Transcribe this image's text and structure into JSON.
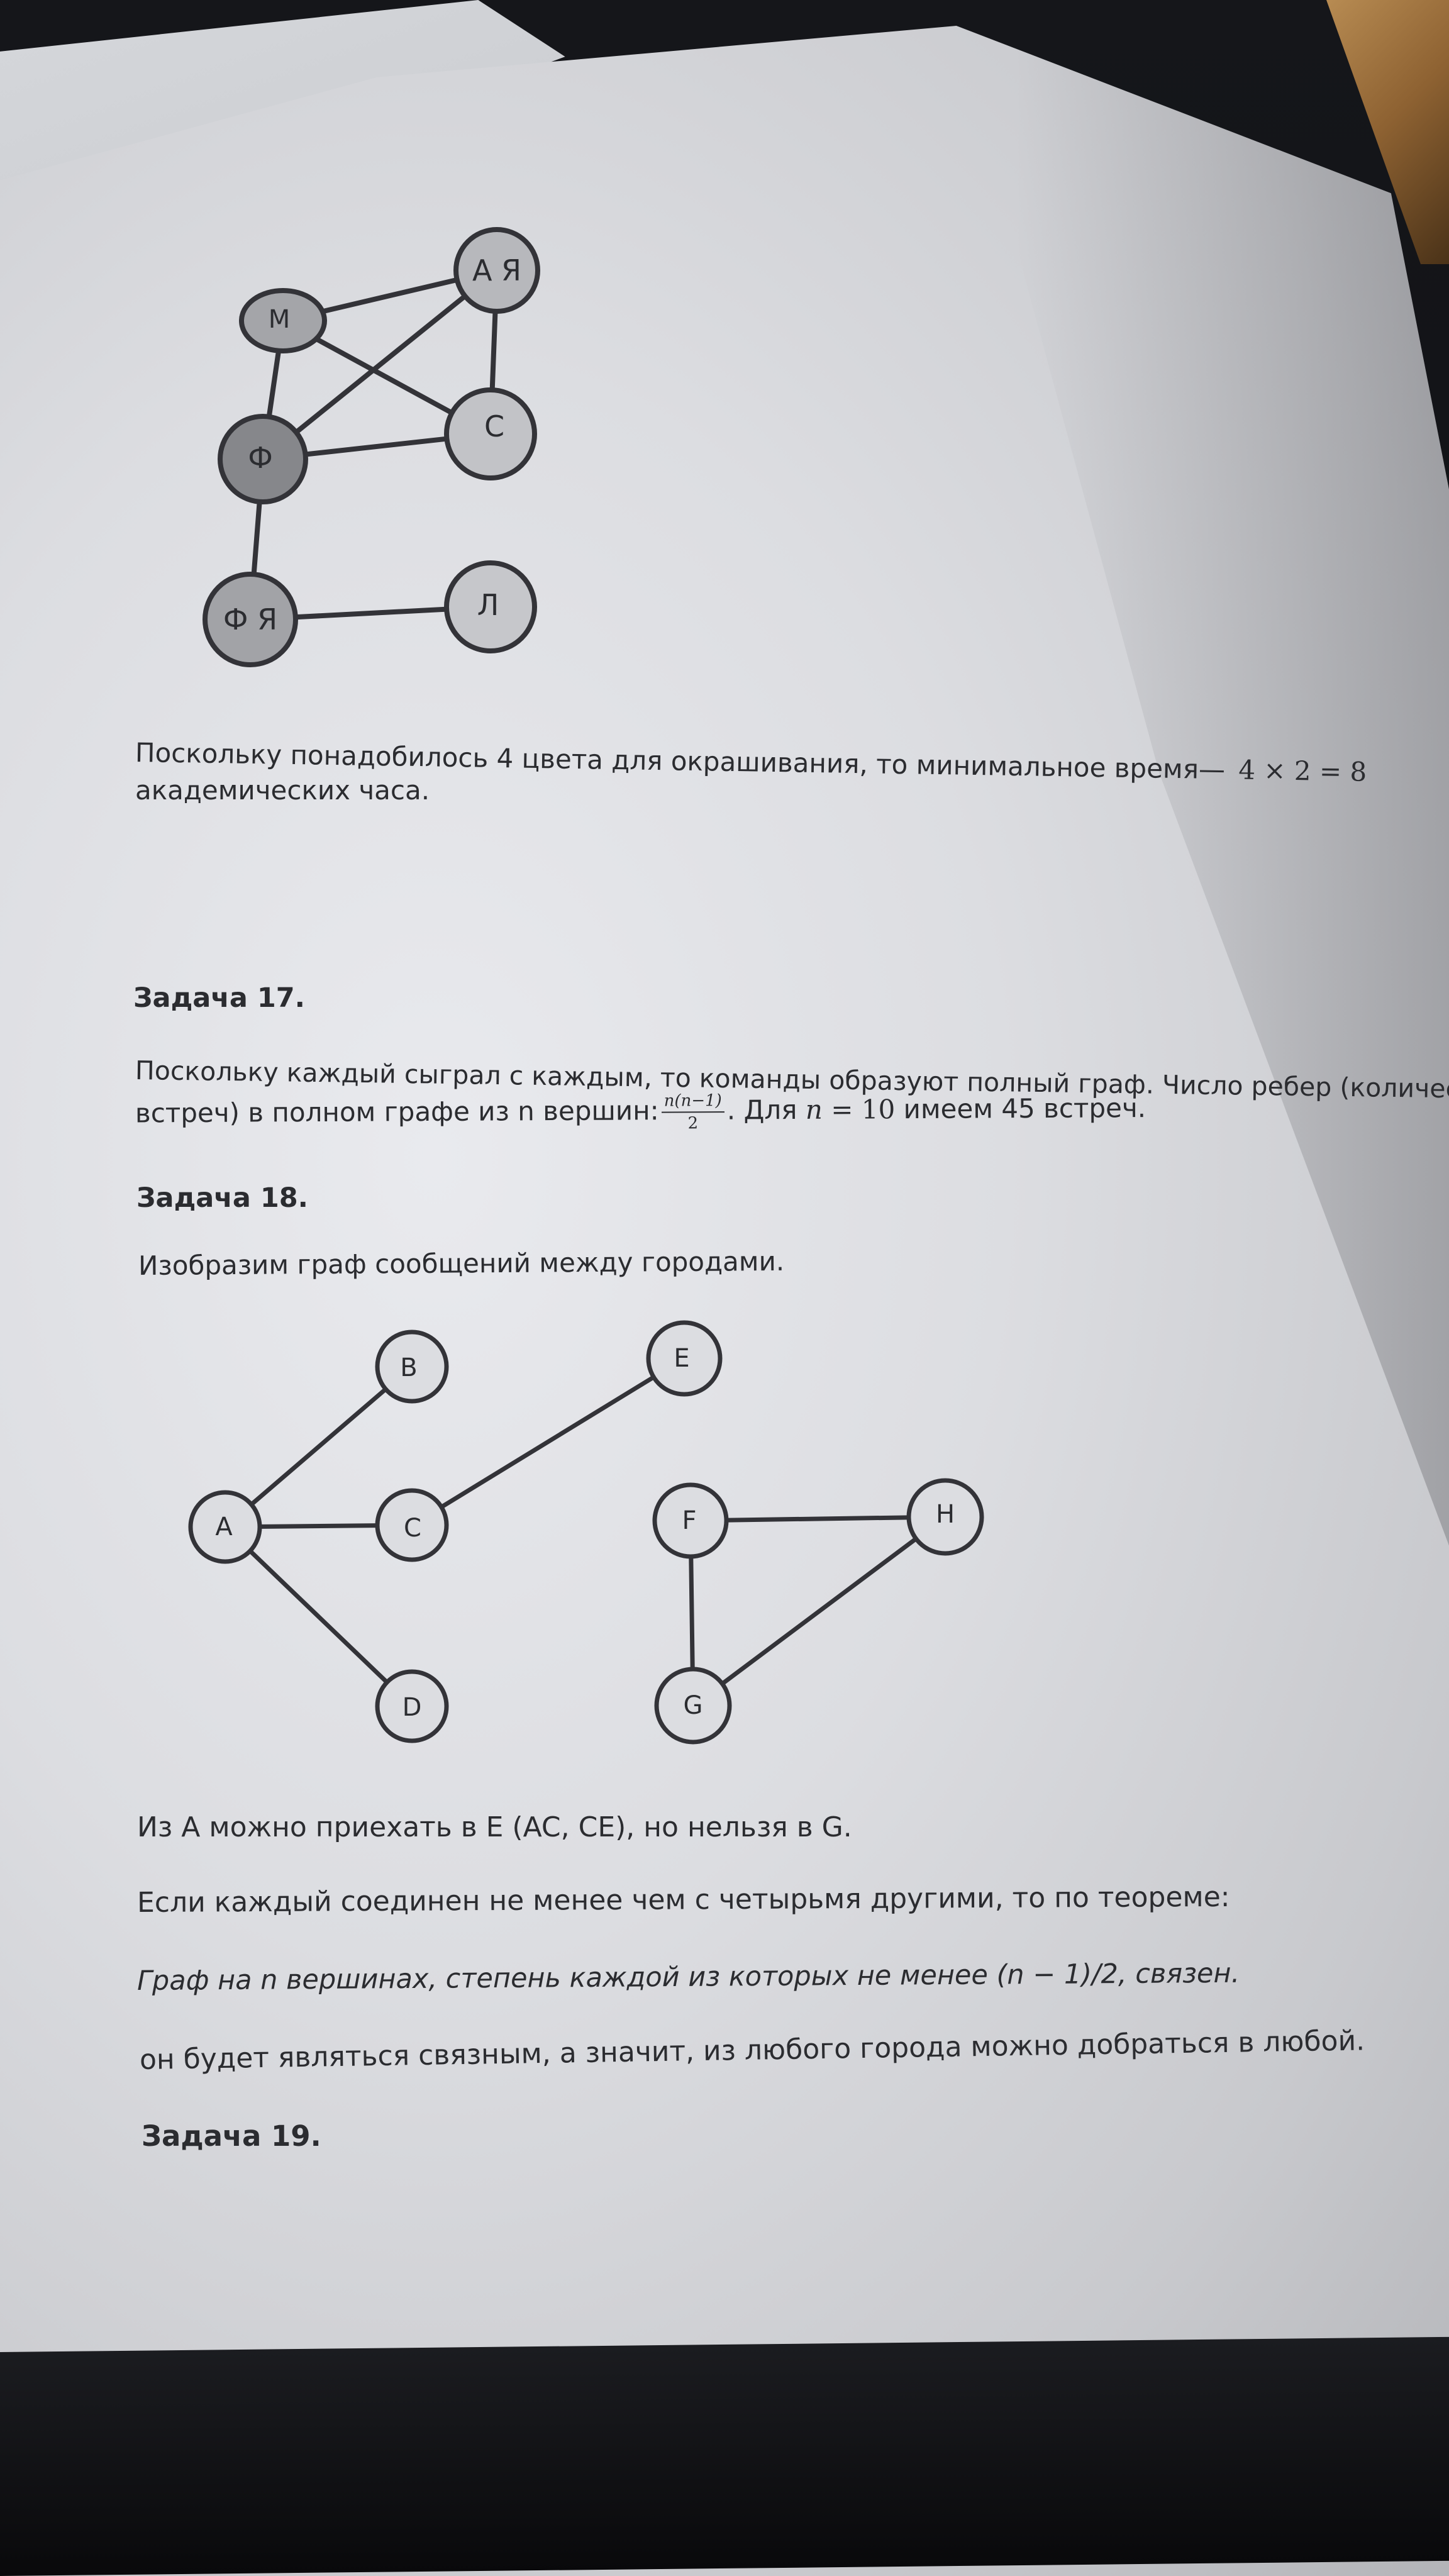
{
  "graph1": {
    "nodes": [
      {
        "id": "m",
        "label": "М"
      },
      {
        "id": "aya",
        "label": "А Я"
      },
      {
        "id": "f",
        "label": "Ф"
      },
      {
        "id": "s",
        "label": "С"
      },
      {
        "id": "fya",
        "label": "Ф Я"
      },
      {
        "id": "l",
        "label": "Л"
      }
    ]
  },
  "para1": {
    "line1": "Поскольку понадобилось 4 цвета для окрашивания, то минимальное время—",
    "math": "4 × 2 = 8",
    "line2": "академических часа."
  },
  "task17": {
    "heading": "Задача 17.",
    "line1": "Поскольку каждый сыграл с каждым, то команды образуют полный граф. Число ребер (количество",
    "line2_start": "встреч) в полном графе из n вершин:",
    "frac_num": "n(n−1)",
    "frac_den": "2",
    "line2_mid": ". Для",
    "n_symbol": "n",
    "line2_eq": " = 10",
    "line2_end": " имеем 45 встреч."
  },
  "task18": {
    "heading": "Задача 18.",
    "intro": "Изобразим граф сообщений между городами.",
    "nodes": [
      {
        "id": "a",
        "label": "A"
      },
      {
        "id": "b",
        "label": "B"
      },
      {
        "id": "c",
        "label": "C"
      },
      {
        "id": "d",
        "label": "D"
      },
      {
        "id": "e",
        "label": "E"
      },
      {
        "id": "f",
        "label": "F"
      },
      {
        "id": "g",
        "label": "G"
      },
      {
        "id": "h",
        "label": "H"
      }
    ],
    "line_a": "Из A можно приехать в E (AC, CE), но нельзя в G.",
    "line_b": "Если каждый соединен не менее чем с четырьмя другими, то по теореме:",
    "theorem": "Граф на n вершинах, степень каждой из которых не менее (n − 1)/2, связен.",
    "line_c": "он будет являться связным, а значит, из любого города можно добраться в любой."
  },
  "task19": {
    "heading": "Задача 19."
  }
}
